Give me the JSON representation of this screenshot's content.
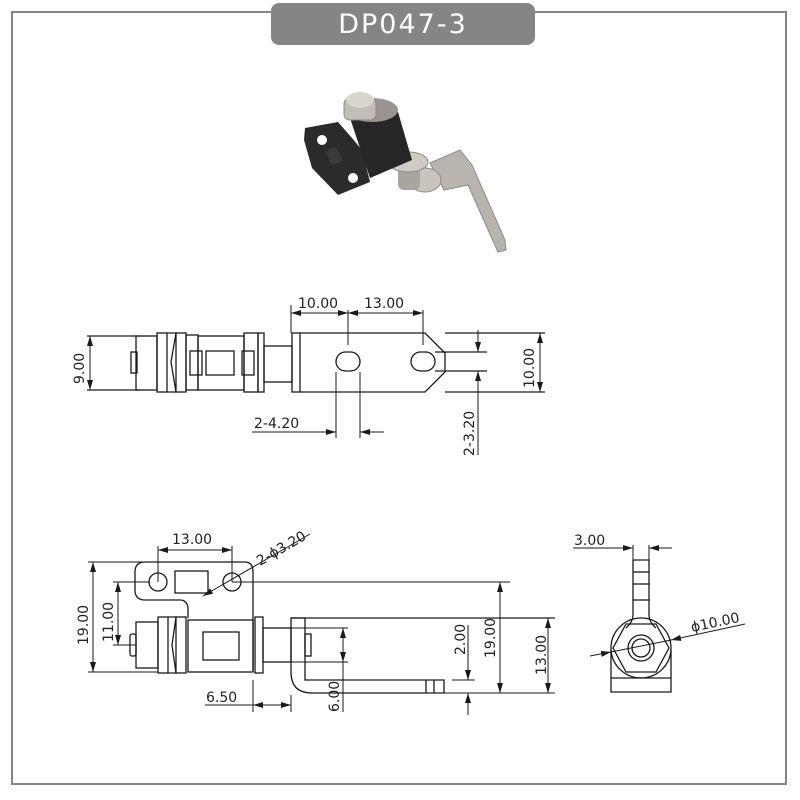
{
  "title": "DP047-3",
  "colors": {
    "frame": "#858585",
    "title_bg": "#858585",
    "title_text": "#ffffff",
    "line": "#1a1a1a",
    "hinge_body": "#2a2a2a",
    "steel": "#b9b4ad"
  },
  "photo": {
    "label": "product-photo-hinge"
  },
  "top_view": {
    "dims": {
      "height_left": "9.00",
      "offset_first_hole": "10.00",
      "hole_spacing": "13.00",
      "height_right": "10.00",
      "hole_width": "2-4.20",
      "slot_width": "2-3.20"
    }
  },
  "front_view": {
    "dims": {
      "hole_spacing": "13.00",
      "hole_diameter": "2-ϕ3.20",
      "total_height_left": "19.00",
      "hole_height": "11.00",
      "gap": "6.50",
      "bracket_thickness": "6.00",
      "tab_offset": "2.00",
      "total_height_right": "19.00",
      "body_height": "13.00"
    }
  },
  "side_view": {
    "dims": {
      "tab_width": "3.00",
      "diameter": "ϕ10.00"
    }
  }
}
